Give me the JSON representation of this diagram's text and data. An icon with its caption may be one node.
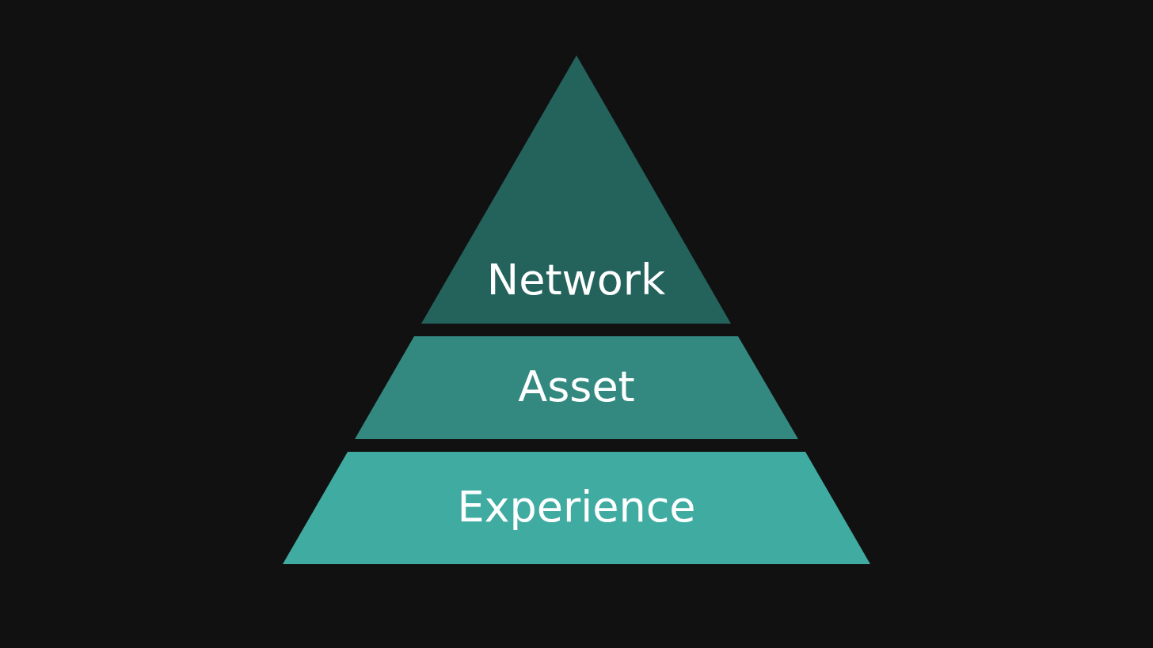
{
  "diagram": {
    "nodes": [
      {
        "text": [
          "Network"
        ]
      },
      {
        "text": [
          "Asset"
        ]
      },
      {
        "text": [
          "Experience"
        ]
      }
    ]
  }
}
